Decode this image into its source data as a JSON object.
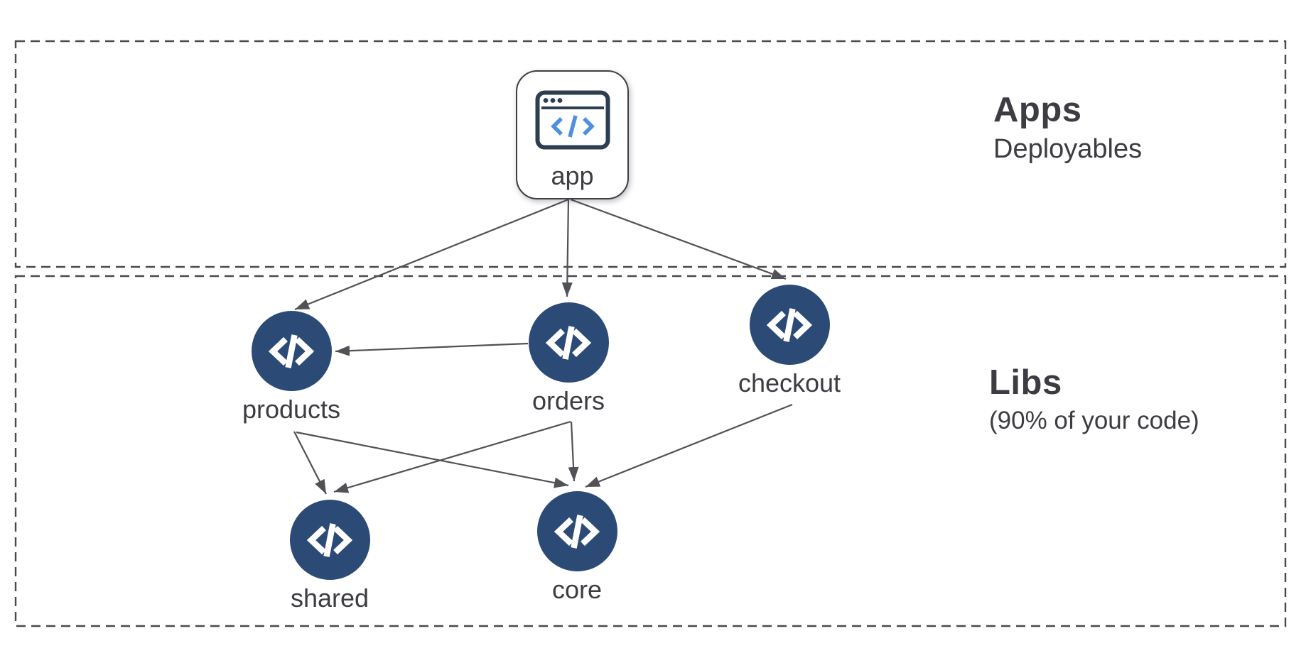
{
  "sections": {
    "apps": {
      "title": "Apps",
      "subtitle": "Deployables"
    },
    "libs": {
      "title": "Libs",
      "subtitle": "(90% of your code)"
    }
  },
  "nodes": {
    "app": {
      "label": "app"
    },
    "products": {
      "label": "products"
    },
    "orders": {
      "label": "orders"
    },
    "checkout": {
      "label": "checkout"
    },
    "shared": {
      "label": "shared"
    },
    "core": {
      "label": "core"
    }
  },
  "edges": [
    {
      "from": "app",
      "to": "products"
    },
    {
      "from": "app",
      "to": "orders"
    },
    {
      "from": "app",
      "to": "checkout"
    },
    {
      "from": "orders",
      "to": "products"
    },
    {
      "from": "products",
      "to": "shared"
    },
    {
      "from": "products",
      "to": "core"
    },
    {
      "from": "orders",
      "to": "shared"
    },
    {
      "from": "orders",
      "to": "core"
    },
    {
      "from": "checkout",
      "to": "core"
    }
  ],
  "colors": {
    "library_node_fill": "#2B4B76",
    "app_icon_frame": "#2C3E50",
    "app_icon_accent": "#4E8FDE",
    "edge_line": "#515156",
    "section_border": "#4A4A4E",
    "text": "#3C3C42",
    "background": "#FFFFFF"
  }
}
